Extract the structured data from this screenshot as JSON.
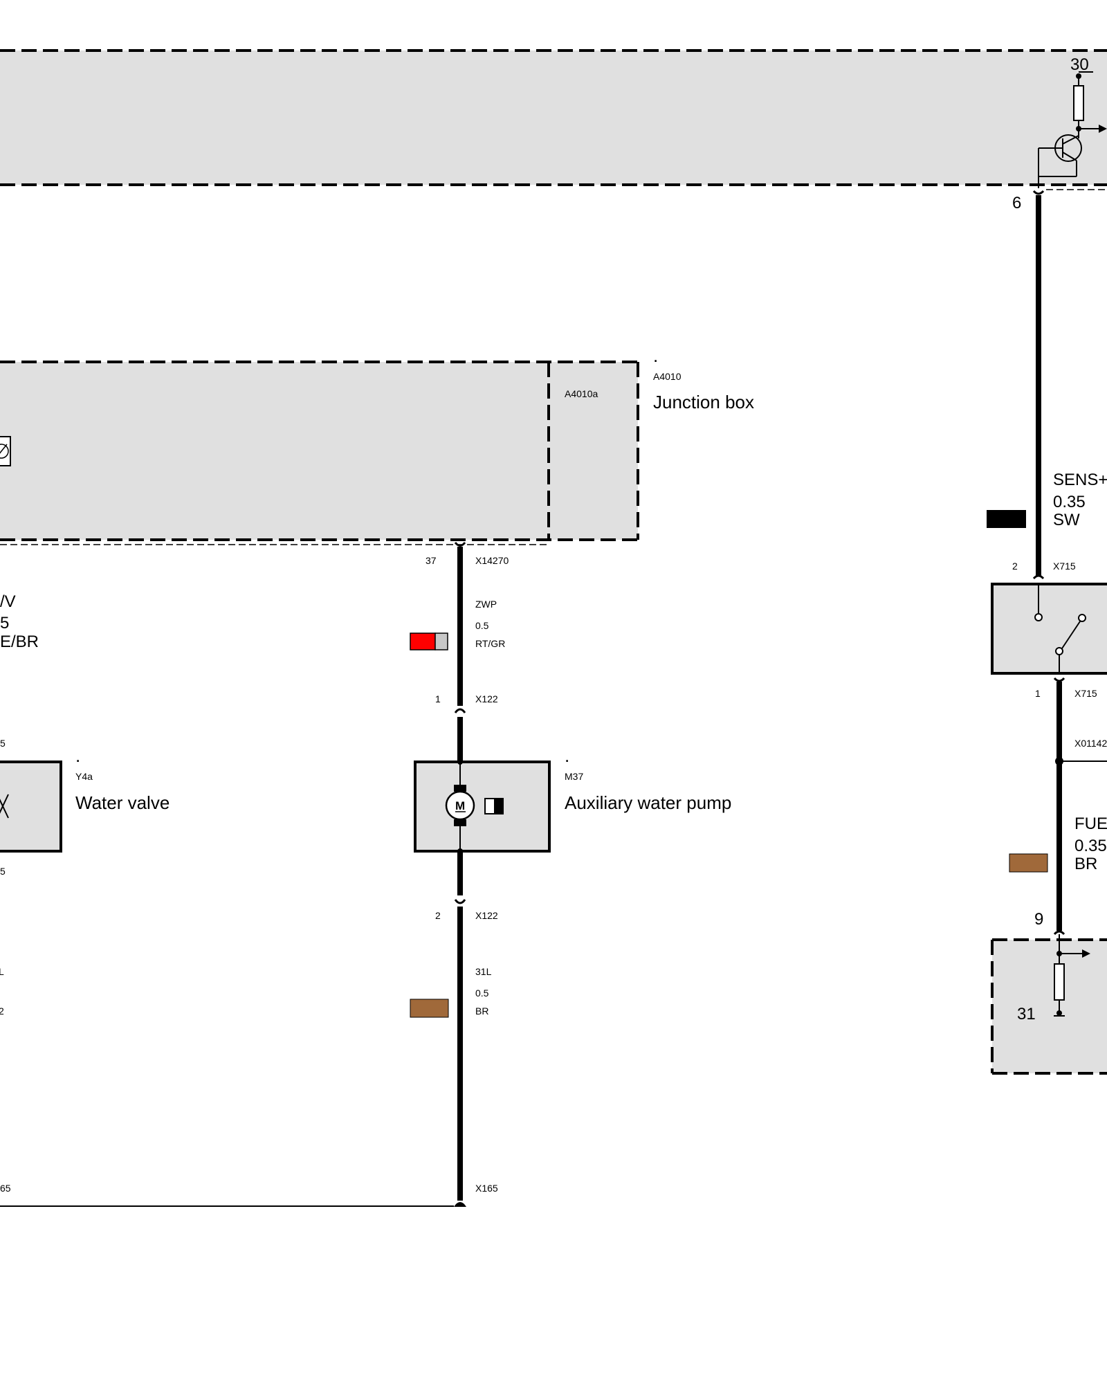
{
  "colors": {
    "panel_fill": "#e0e0e0",
    "wire": "#000000",
    "red": "#ff0000",
    "gray": "#c8c8c8",
    "brown": "#a0693a",
    "black": "#000000"
  },
  "top_module": {
    "terminal_30": "30",
    "pin_6": "6"
  },
  "junction_box": {
    "dot": ".",
    "code": "A4010",
    "sub_code": "A4010a",
    "name": "Junction box"
  },
  "wire_sens": {
    "signal": "SENS+",
    "gauge": "0.35",
    "color_code": "SW"
  },
  "switch_x715": {
    "top_pin": "2",
    "top_conn": "X715",
    "bottom_pin": "1",
    "bottom_conn": "X715"
  },
  "splice": {
    "label": "X01142"
  },
  "wire_fue": {
    "signal": "FUE",
    "gauge": "0.35",
    "color_code": "BR"
  },
  "fuel_sensor": {
    "pin_9": "9",
    "terminal_31": "31"
  },
  "pump_upper_wire": {
    "pin": "37",
    "conn": "X14270",
    "signal": "ZWP",
    "gauge": "0.5",
    "color_code": "RT/GR"
  },
  "pump_conn_top": {
    "pin": "1",
    "conn": "X122"
  },
  "aux_pump": {
    "dot": ".",
    "code": "M37",
    "name": "Auxiliary water pump",
    "motor_symbol": "M"
  },
  "pump_conn_bottom": {
    "pin": "2",
    "conn": "X122"
  },
  "pump_ground_wire": {
    "signal": "31L",
    "gauge": "0.5",
    "color_code": "BR"
  },
  "ground_point": {
    "conn": "X165",
    "conn_left": "65"
  },
  "water_valve": {
    "dot": ".",
    "code": "Y4a",
    "name": "Water valve",
    "pin_top_partial": "5",
    "pin_bottom_partial": "5"
  },
  "left_wire_partial": {
    "signal": "/V",
    "gauge": "5",
    "color_code": "E/BR"
  },
  "left_ground_partial": {
    "signal": "L",
    "gauge": "",
    "color_code": "2"
  }
}
